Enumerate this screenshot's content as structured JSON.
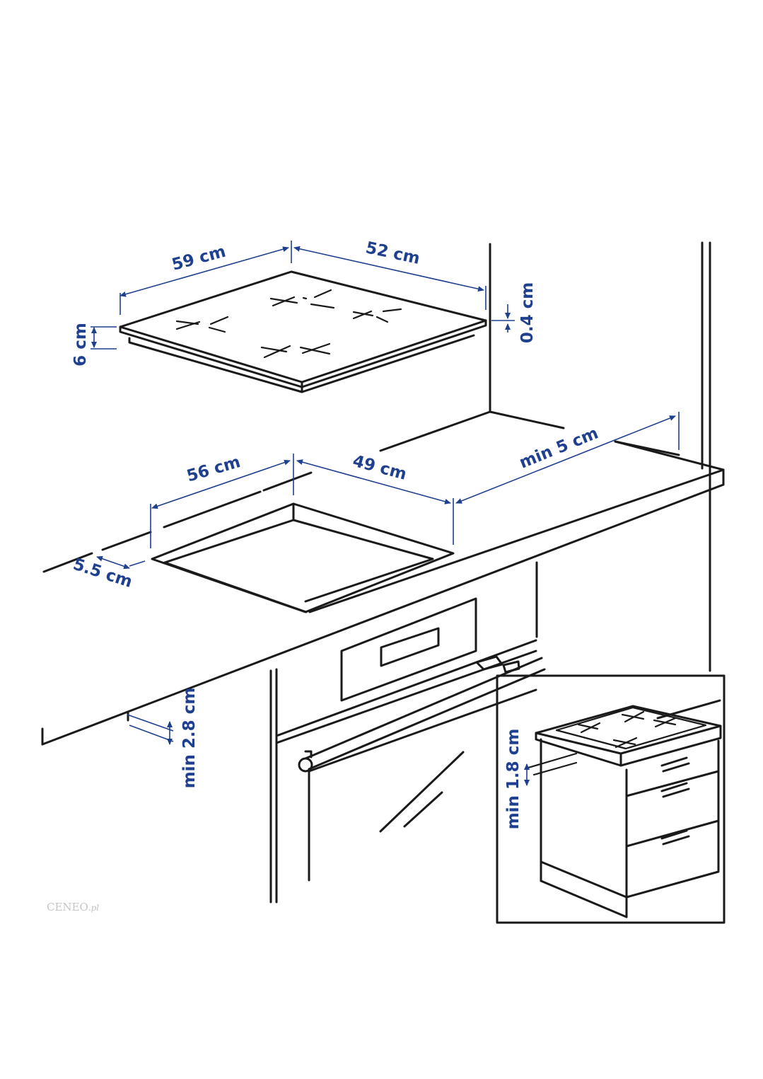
{
  "colors": {
    "dimension": "#1f3f8f",
    "line": "#1a1a1a",
    "background": "#ffffff",
    "watermark": "#c4c4c4"
  },
  "hob": {
    "width_label": "59 cm",
    "depth_label": "52 cm",
    "height_label": "6 cm",
    "glass_label": "0.4 cm"
  },
  "cutout": {
    "width_label": "56 cm",
    "depth_label": "49 cm",
    "front_gap_label": "5.5 cm",
    "wall_gap_label": "min 5 cm"
  },
  "oven": {
    "clearance_label": "min 2.8 cm"
  },
  "inset": {
    "clearance_label": "min 1.8 cm"
  },
  "watermark": {
    "brand": "CENEO",
    "suffix": ".pl"
  }
}
